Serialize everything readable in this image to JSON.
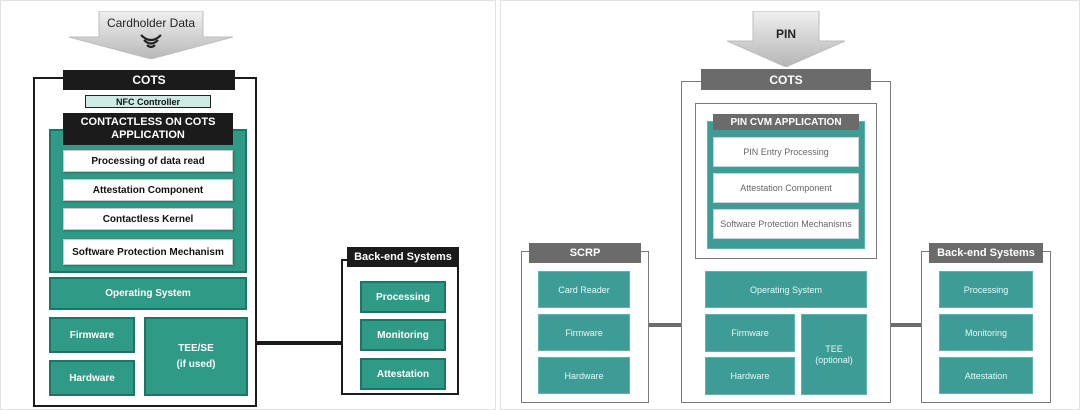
{
  "left": {
    "input_label": "Cardholder Data",
    "cots_label": "COTS",
    "nfc_label": "NFC Controller",
    "app_title_line1": "CONTACTLESS ON COTS",
    "app_title_line2": "APPLICATION",
    "app_items": [
      "Processing of data read",
      "Attestation Component",
      "Contactless Kernel",
      "Software Protection Mechanism"
    ],
    "os_label": "Operating System",
    "firmware_label": "Firmware",
    "hardware_label": "Hardware",
    "tee_line1": "TEE/SE",
    "tee_line2": "(if used)",
    "backend_title": "Back-end Systems",
    "backend_items": [
      "Processing",
      "Monitoring",
      "Attestation"
    ]
  },
  "right": {
    "input_label": "PIN",
    "cots_label": "COTS",
    "app_title": "PIN CVM APPLICATION",
    "app_items": [
      "PIN Entry Processing",
      "Attestation Component",
      "Software Protection Mechanisms"
    ],
    "os_label": "Operating System",
    "firmware_label": "Firmware",
    "hardware_label": "Hardware",
    "tee_line1": "TEE",
    "tee_line2": "(optional)",
    "scrp_title": "SCRP",
    "scrp_items": [
      "Card Reader",
      "Firmware",
      "Hardware"
    ],
    "backend_title": "Back-end Systems",
    "backend_items": [
      "Processing",
      "Monitoring",
      "Attestation"
    ]
  },
  "colors": {
    "teal_left": "#2f9a86",
    "teal_right": "#3d9d96",
    "dark_header": "#1b1b1b",
    "grey_header": "#6b6b6b",
    "nfc_bg": "#cdebe3"
  }
}
